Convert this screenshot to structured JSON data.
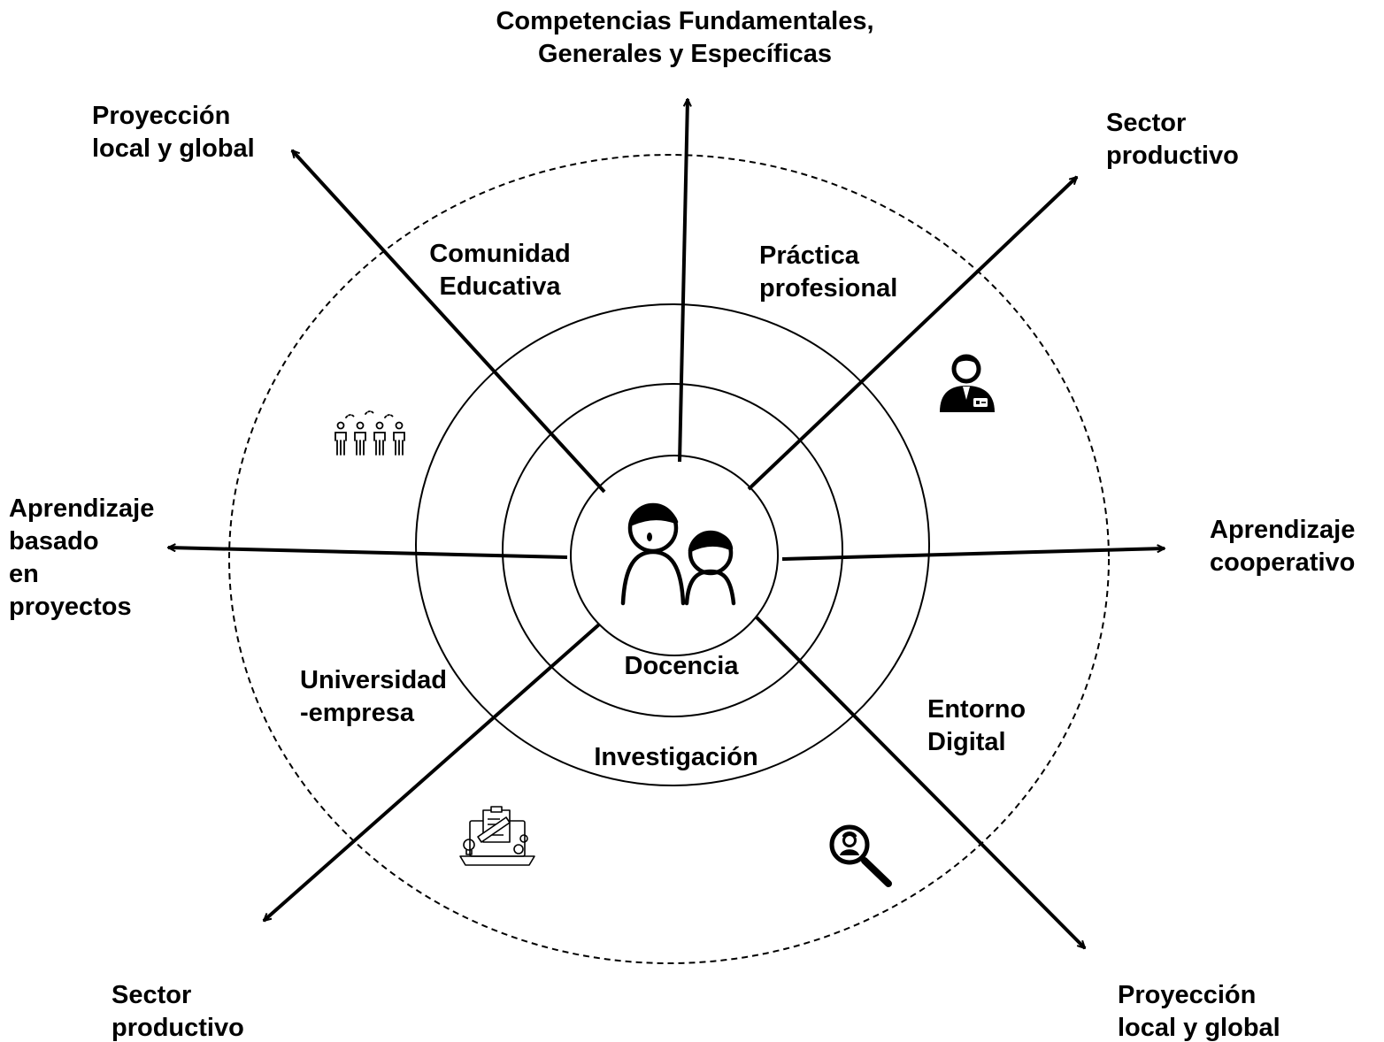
{
  "colors": {
    "stroke": "#000000",
    "background": "#ffffff"
  },
  "arrows": {
    "top": [
      "Competencias Fundamentales,",
      "Generales y Específicas"
    ],
    "top_left": [
      "Proyección",
      "local y global"
    ],
    "top_right": [
      "Sector",
      "productivo"
    ],
    "left": [
      "Aprendizaje",
      "basado",
      "en",
      "proyectos"
    ],
    "right": [
      "Aprendizaje",
      "cooperativo"
    ],
    "bottom_left": [
      "Sector",
      "productivo"
    ],
    "bottom_right": [
      "Proyección",
      "local y global"
    ]
  },
  "quadrants": {
    "upper_left": [
      "Comunidad",
      "Educativa"
    ],
    "upper_right": [
      "Práctica",
      "profesional"
    ],
    "lower_left": [
      "Universidad",
      "-empresa"
    ],
    "lower_right": [
      "Entorno",
      "Digital"
    ]
  },
  "rings": {
    "inner": "Docencia",
    "middle": "Investigación"
  },
  "icons": {
    "center": "teacher-student-icon",
    "upper_left": "community-group-icon",
    "upper_right": "professional-badge-icon",
    "lower_left": "laptop-project-icon",
    "lower_right": "search-person-icon"
  }
}
